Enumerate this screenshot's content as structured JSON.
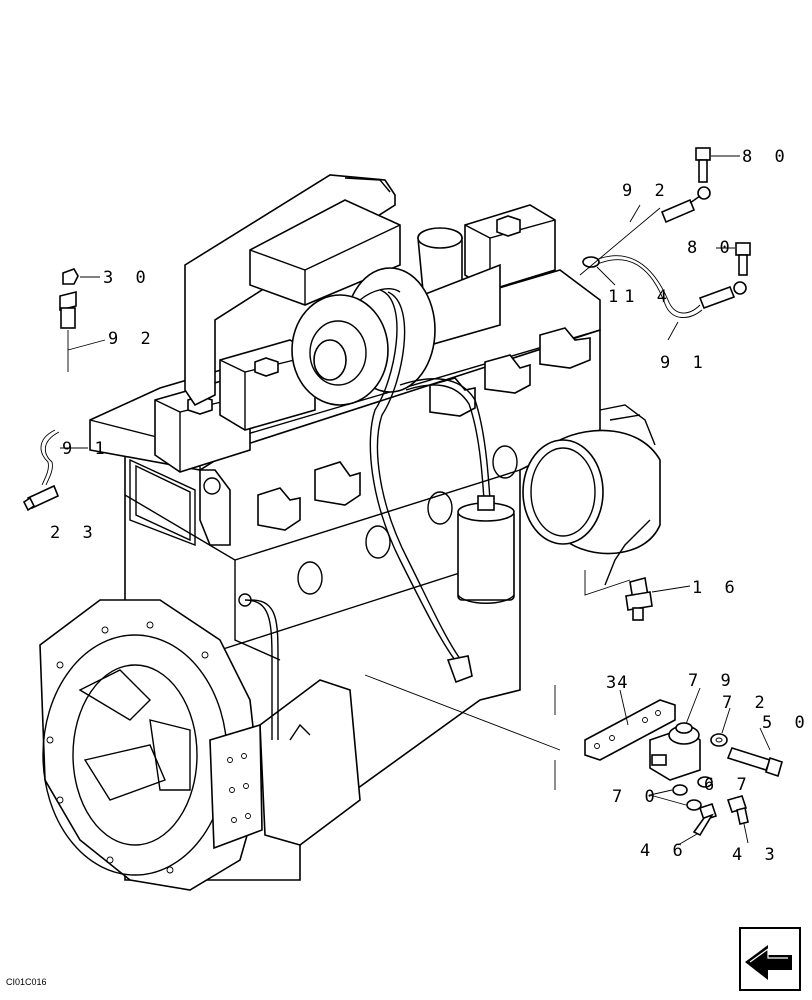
{
  "callouts": {
    "p80a": "8 0",
    "p92a": "9 2",
    "p80b": "8 0",
    "p114": "11 4",
    "p91a": "9 1",
    "p30": "3 0",
    "p92b": "9 2",
    "p91b": "9 1",
    "p23": "2 3",
    "p16": "1 6",
    "p34": "34",
    "p79": "7 9",
    "p72": "7 2",
    "p50": "5 0",
    "p67": "6 7",
    "p70": "7 0",
    "p46": "4 6",
    "p43": "4 3"
  },
  "drawing_code": "CI01C016"
}
